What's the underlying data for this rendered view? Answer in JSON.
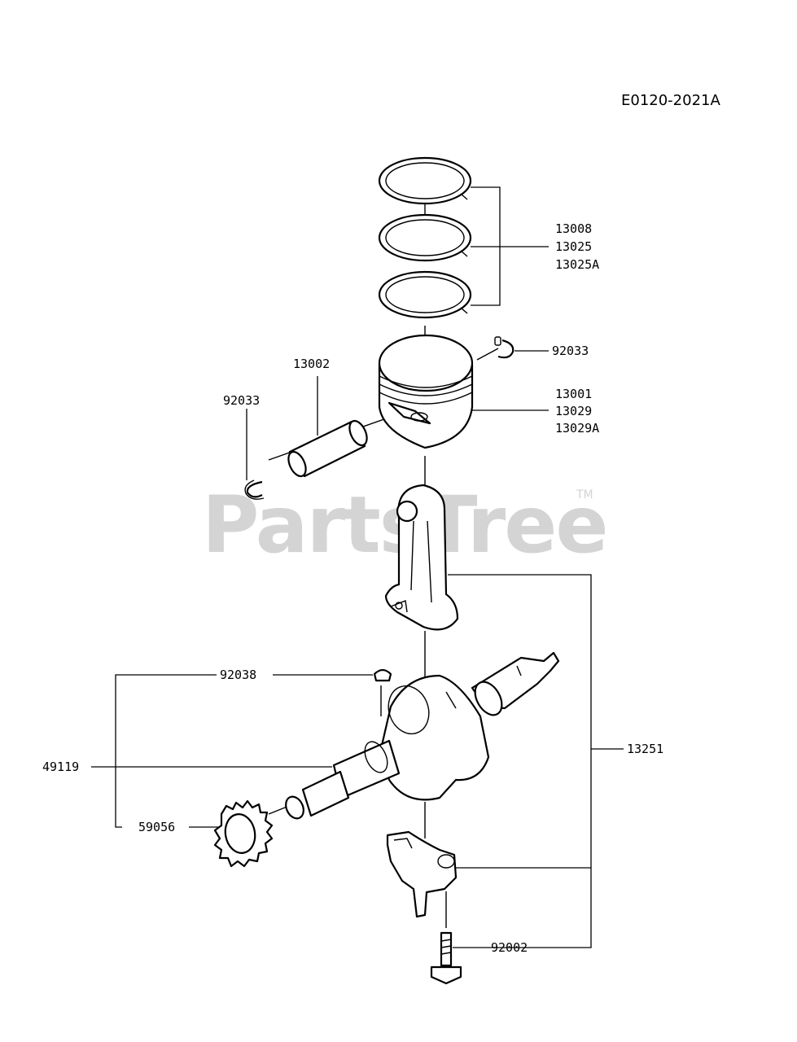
{
  "diagram_code": "E0120-2021A",
  "watermark": "PartsTree",
  "watermark_tm": "TM",
  "labels": {
    "rings": [
      "13008",
      "13025",
      "13025A"
    ],
    "clip_right": "92033",
    "piston_pin": "13002",
    "clip_left": "92033",
    "piston": [
      "13001",
      "13029",
      "13029A"
    ],
    "key": "92038",
    "crankshaft": "49119",
    "connecting_rod_assy": "13251",
    "gear": "59056",
    "bolt": "92002"
  }
}
